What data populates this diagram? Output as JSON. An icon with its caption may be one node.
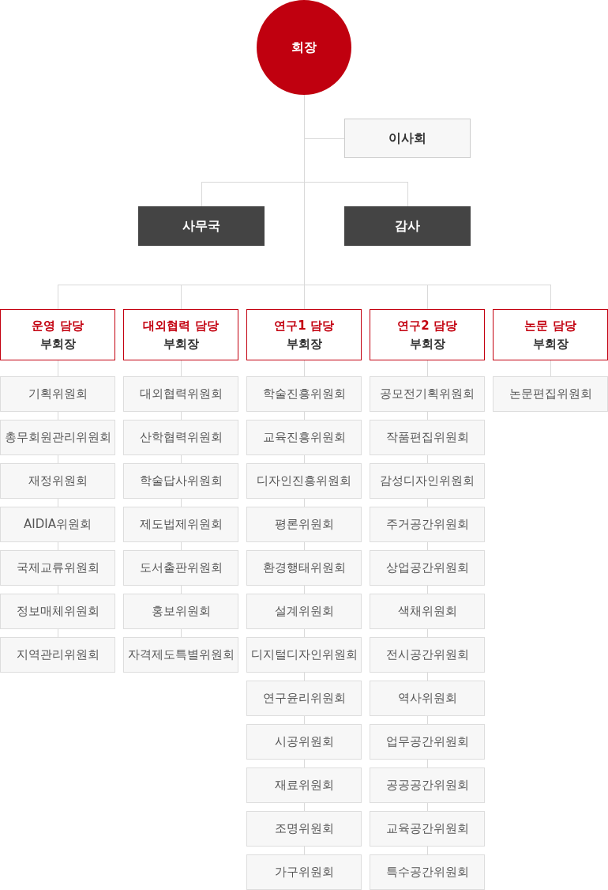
{
  "diagram": {
    "nodes": [
      {
        "text": [
          "회장"
        ]
      },
      {
        "text": [
          "이사회"
        ]
      },
      {
        "text": [
          "사무국"
        ]
      },
      {
        "text": [
          "감사"
        ]
      },
      {
        "text": [
          "운영 담당",
          "부회장"
        ]
      },
      {
        "text": [
          "대외협력 담당",
          "부회장"
        ]
      },
      {
        "text": [
          "연구1 담당",
          "부회장"
        ]
      },
      {
        "text": [
          "연구2 담당",
          "부회장"
        ]
      },
      {
        "text": [
          "논문 담당",
          "부회장"
        ]
      },
      {
        "text": [
          "기획위원회"
        ]
      },
      {
        "text": [
          "총무회원관리위원회"
        ]
      },
      {
        "text": [
          "재정위원회"
        ]
      },
      {
        "text": [
          "AIDIA위원회"
        ]
      },
      {
        "text": [
          "국제교류위원회"
        ]
      },
      {
        "text": [
          "정보매체위원회"
        ]
      },
      {
        "text": [
          "지역관리위원회"
        ]
      },
      {
        "text": [
          "대외협력위원회"
        ]
      },
      {
        "text": [
          "산학협력위원회"
        ]
      },
      {
        "text": [
          "학술답사위원회"
        ]
      },
      {
        "text": [
          "제도법제위원회"
        ]
      },
      {
        "text": [
          "도서출판위원회"
        ]
      },
      {
        "text": [
          "홍보위원회"
        ]
      },
      {
        "text": [
          "자격제도특별위원회"
        ]
      },
      {
        "text": [
          "학술진흥위원회"
        ]
      },
      {
        "text": [
          "교육진흥위원회"
        ]
      },
      {
        "text": [
          "디자인진흥위원회"
        ]
      },
      {
        "text": [
          "평론위원회"
        ]
      },
      {
        "text": [
          "환경행태위원회"
        ]
      },
      {
        "text": [
          "설계위원회"
        ]
      },
      {
        "text": [
          "디지털디자인위원회"
        ]
      },
      {
        "text": [
          "연구윤리위원회"
        ]
      },
      {
        "text": [
          "시공위원회"
        ]
      },
      {
        "text": [
          "재료위원회"
        ]
      },
      {
        "text": [
          "조명위원회"
        ]
      },
      {
        "text": [
          "가구위원회"
        ]
      },
      {
        "text": [
          "공모전기획위원회"
        ]
      },
      {
        "text": [
          "작품편집위원회"
        ]
      },
      {
        "text": [
          "감성디자인위원회"
        ]
      },
      {
        "text": [
          "주거공간위원회"
        ]
      },
      {
        "text": [
          "상업공간위원회"
        ]
      },
      {
        "text": [
          "색채위원회"
        ]
      },
      {
        "text": [
          "전시공간위원회"
        ]
      },
      {
        "text": [
          "역사위원회"
        ]
      },
      {
        "text": [
          "업무공간위원회"
        ]
      },
      {
        "text": [
          "공공공간위원회"
        ]
      },
      {
        "text": [
          "교육공간위원회"
        ]
      },
      {
        "text": [
          "특수공간위원회"
        ]
      },
      {
        "text": [
          "논문편집위원회"
        ]
      }
    ],
    "edges": [
      {
        "from": 0,
        "to": 1,
        "arrow": "none"
      },
      {
        "from": 0,
        "to": 2,
        "arrow": "none"
      },
      {
        "from": 0,
        "to": 3,
        "arrow": "none"
      },
      {
        "from": 0,
        "to": 4,
        "arrow": "none"
      },
      {
        "from": 0,
        "to": 5,
        "arrow": "none"
      },
      {
        "from": 0,
        "to": 6,
        "arrow": "none"
      },
      {
        "from": 0,
        "to": 7,
        "arrow": "none"
      },
      {
        "from": 0,
        "to": 8,
        "arrow": "none"
      },
      {
        "from": 4,
        "to": 9,
        "arrow": "none"
      },
      {
        "from": 9,
        "to": 10,
        "arrow": "none"
      },
      {
        "from": 10,
        "to": 11,
        "arrow": "none"
      },
      {
        "from": 11,
        "to": 12,
        "arrow": "none"
      },
      {
        "from": 12,
        "to": 13,
        "arrow": "none"
      },
      {
        "from": 13,
        "to": 14,
        "arrow": "none"
      },
      {
        "from": 14,
        "to": 15,
        "arrow": "none"
      },
      {
        "from": 5,
        "to": 16,
        "arrow": "none"
      },
      {
        "from": 16,
        "to": 17,
        "arrow": "none"
      },
      {
        "from": 17,
        "to": 18,
        "arrow": "none"
      },
      {
        "from": 18,
        "to": 19,
        "arrow": "none"
      },
      {
        "from": 19,
        "to": 20,
        "arrow": "none"
      },
      {
        "from": 20,
        "to": 21,
        "arrow": "none"
      },
      {
        "from": 21,
        "to": 22,
        "arrow": "none"
      },
      {
        "from": 6,
        "to": 23,
        "arrow": "none"
      },
      {
        "from": 23,
        "to": 24,
        "arrow": "none"
      },
      {
        "from": 24,
        "to": 25,
        "arrow": "none"
      },
      {
        "from": 25,
        "to": 26,
        "arrow": "none"
      },
      {
        "from": 26,
        "to": 27,
        "arrow": "none"
      },
      {
        "from": 27,
        "to": 28,
        "arrow": "none"
      },
      {
        "from": 28,
        "to": 29,
        "arrow": "none"
      },
      {
        "from": 29,
        "to": 30,
        "arrow": "none"
      },
      {
        "from": 30,
        "to": 31,
        "arrow": "none"
      },
      {
        "from": 31,
        "to": 32,
        "arrow": "none"
      },
      {
        "from": 32,
        "to": 33,
        "arrow": "none"
      },
      {
        "from": 33,
        "to": 34,
        "arrow": "none"
      },
      {
        "from": 7,
        "to": 35,
        "arrow": "none"
      },
      {
        "from": 35,
        "to": 36,
        "arrow": "none"
      },
      {
        "from": 36,
        "to": 37,
        "arrow": "none"
      },
      {
        "from": 37,
        "to": 38,
        "arrow": "none"
      },
      {
        "from": 38,
        "to": 39,
        "arrow": "none"
      },
      {
        "from": 39,
        "to": 40,
        "arrow": "none"
      },
      {
        "from": 40,
        "to": 41,
        "arrow": "none"
      },
      {
        "from": 41,
        "to": 42,
        "arrow": "none"
      },
      {
        "from": 42,
        "to": 43,
        "arrow": "none"
      },
      {
        "from": 43,
        "to": 44,
        "arrow": "none"
      },
      {
        "from": 44,
        "to": 45,
        "arrow": "none"
      },
      {
        "from": 45,
        "to": 46,
        "arrow": "none"
      },
      {
        "from": 8,
        "to": 47,
        "arrow": "none"
      }
    ]
  }
}
